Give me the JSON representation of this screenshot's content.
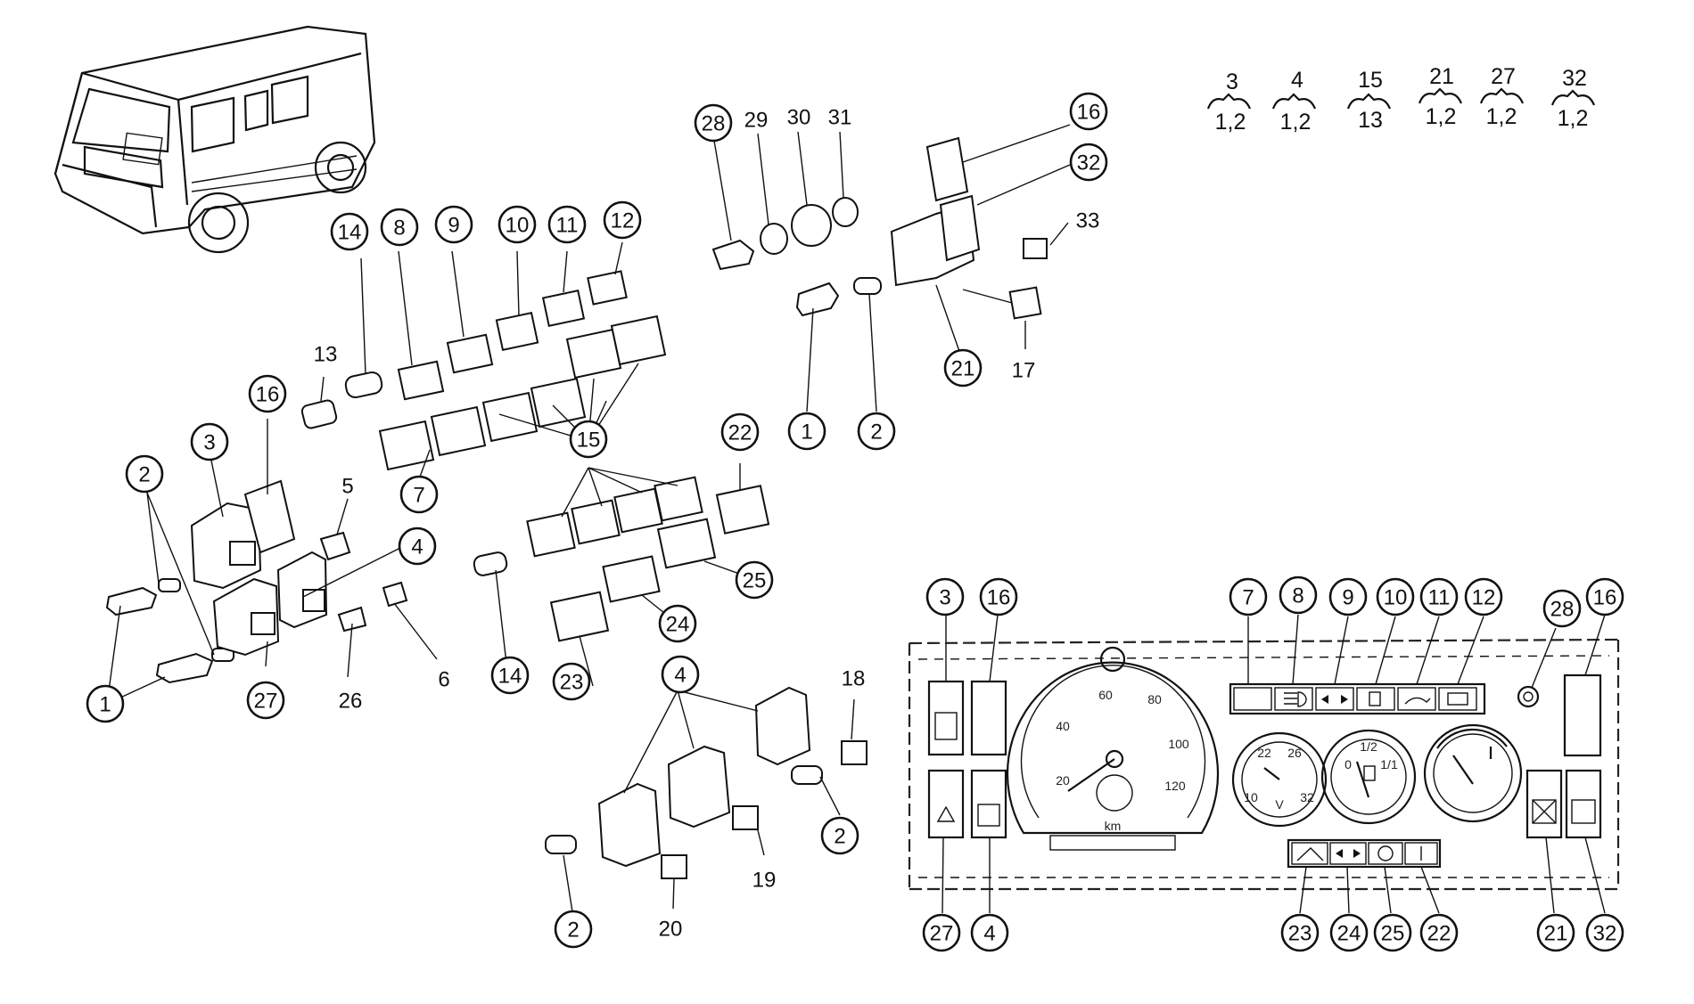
{
  "callouts": {
    "l1": "1",
    "l2": "2",
    "l2b": "2",
    "l3": "3",
    "l16": "16",
    "l5": "5",
    "l4": "4",
    "l6": "6",
    "l26": "26",
    "l27": "27",
    "l1b": "1",
    "l13": "13",
    "l14": "14",
    "l8": "8",
    "l9": "9",
    "l10": "10",
    "l11": "11",
    "l12": "12",
    "l7": "7",
    "l15": "15",
    "l14b": "14",
    "l23": "23",
    "l24": "24",
    "l25": "25",
    "l22": "22",
    "l28": "28",
    "l29": "29",
    "l30": "30",
    "l31": "31",
    "l16b": "16",
    "l32": "32",
    "l33": "33",
    "l17": "17",
    "l21": "21",
    "l1c": "1",
    "l2c": "2",
    "l4b": "4",
    "l18": "18",
    "l2d": "2",
    "l2e": "2",
    "l19": "19",
    "l20": "20",
    "p3": "3",
    "p16": "16",
    "p7": "7",
    "p8": "8",
    "p9": "9",
    "p10": "10",
    "p11": "11",
    "p12": "12",
    "p28": "28",
    "p16b": "16",
    "p27": "27",
    "p4": "4",
    "p23": "23",
    "p24": "24",
    "p25": "25",
    "p22": "22",
    "p21": "21",
    "p32": "32"
  },
  "fractions": [
    {
      "top": "3",
      "bottom": "1,2"
    },
    {
      "top": "4",
      "bottom": "1,2"
    },
    {
      "top": "15",
      "bottom": "13"
    },
    {
      "top": "21",
      "bottom": "1,2"
    },
    {
      "top": "27",
      "bottom": "1,2"
    },
    {
      "top": "32",
      "bottom": "1,2"
    }
  ],
  "speedometer": {
    "ticks": [
      "20",
      "40",
      "60",
      "80",
      "100",
      "120"
    ],
    "unit": "km"
  },
  "small_gauge": {
    "ticks": [
      "10",
      "22",
      "26",
      "32"
    ],
    "unit": "V"
  },
  "fuel_gauge": {
    "ticks": [
      "0",
      "1/2",
      "1/1"
    ]
  }
}
